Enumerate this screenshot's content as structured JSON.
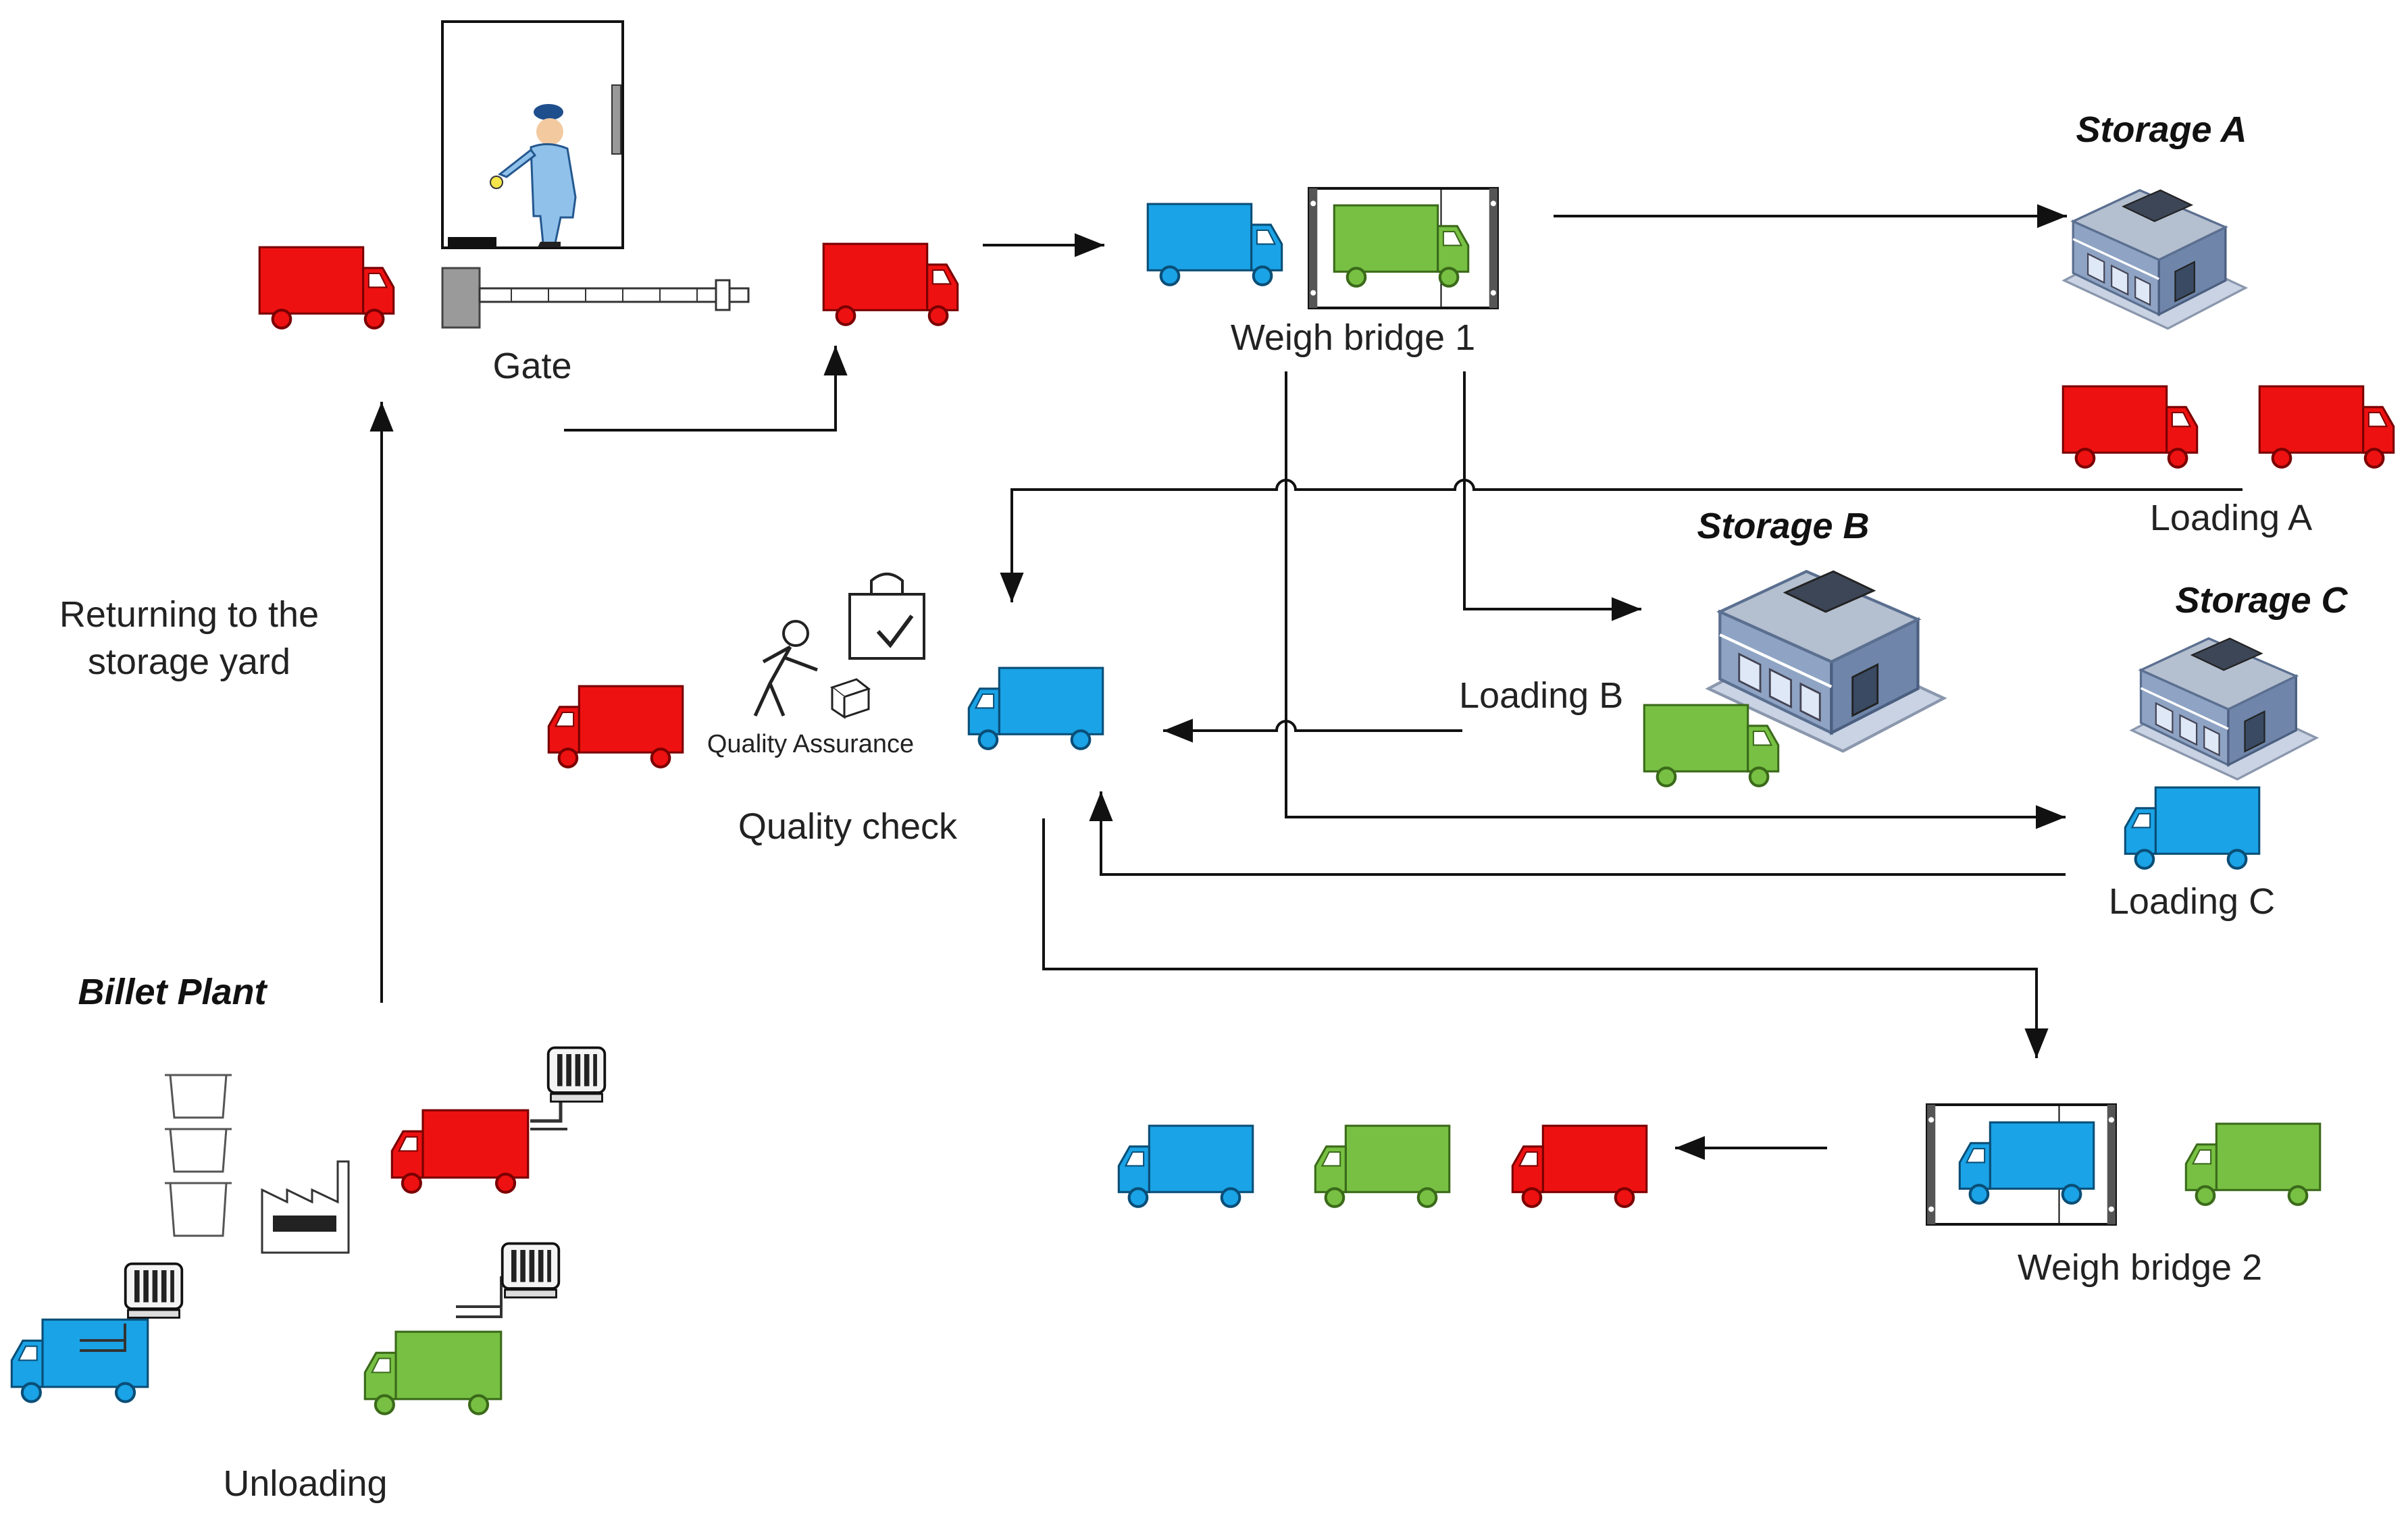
{
  "labels": {
    "gate": "Gate",
    "weigh_bridge_1": "Weigh bridge 1",
    "storage_a": "Storage A",
    "loading_a": "Loading A",
    "storage_b": "Storage B",
    "loading_b": "Loading B",
    "storage_c": "Storage C",
    "loading_c": "Loading C",
    "quality_assurance": "Quality Assurance",
    "quality_check": "Quality check",
    "returning": "Returning to the storage yard",
    "billet_plant": "Billet Plant",
    "unloading": "Unloading",
    "weigh_bridge_2": "Weigh bridge 2"
  },
  "colors": {
    "truck_red": "#ee1111",
    "truck_blue": "#1aa3e6",
    "truck_green": "#77c043",
    "arrow": "#111111"
  }
}
